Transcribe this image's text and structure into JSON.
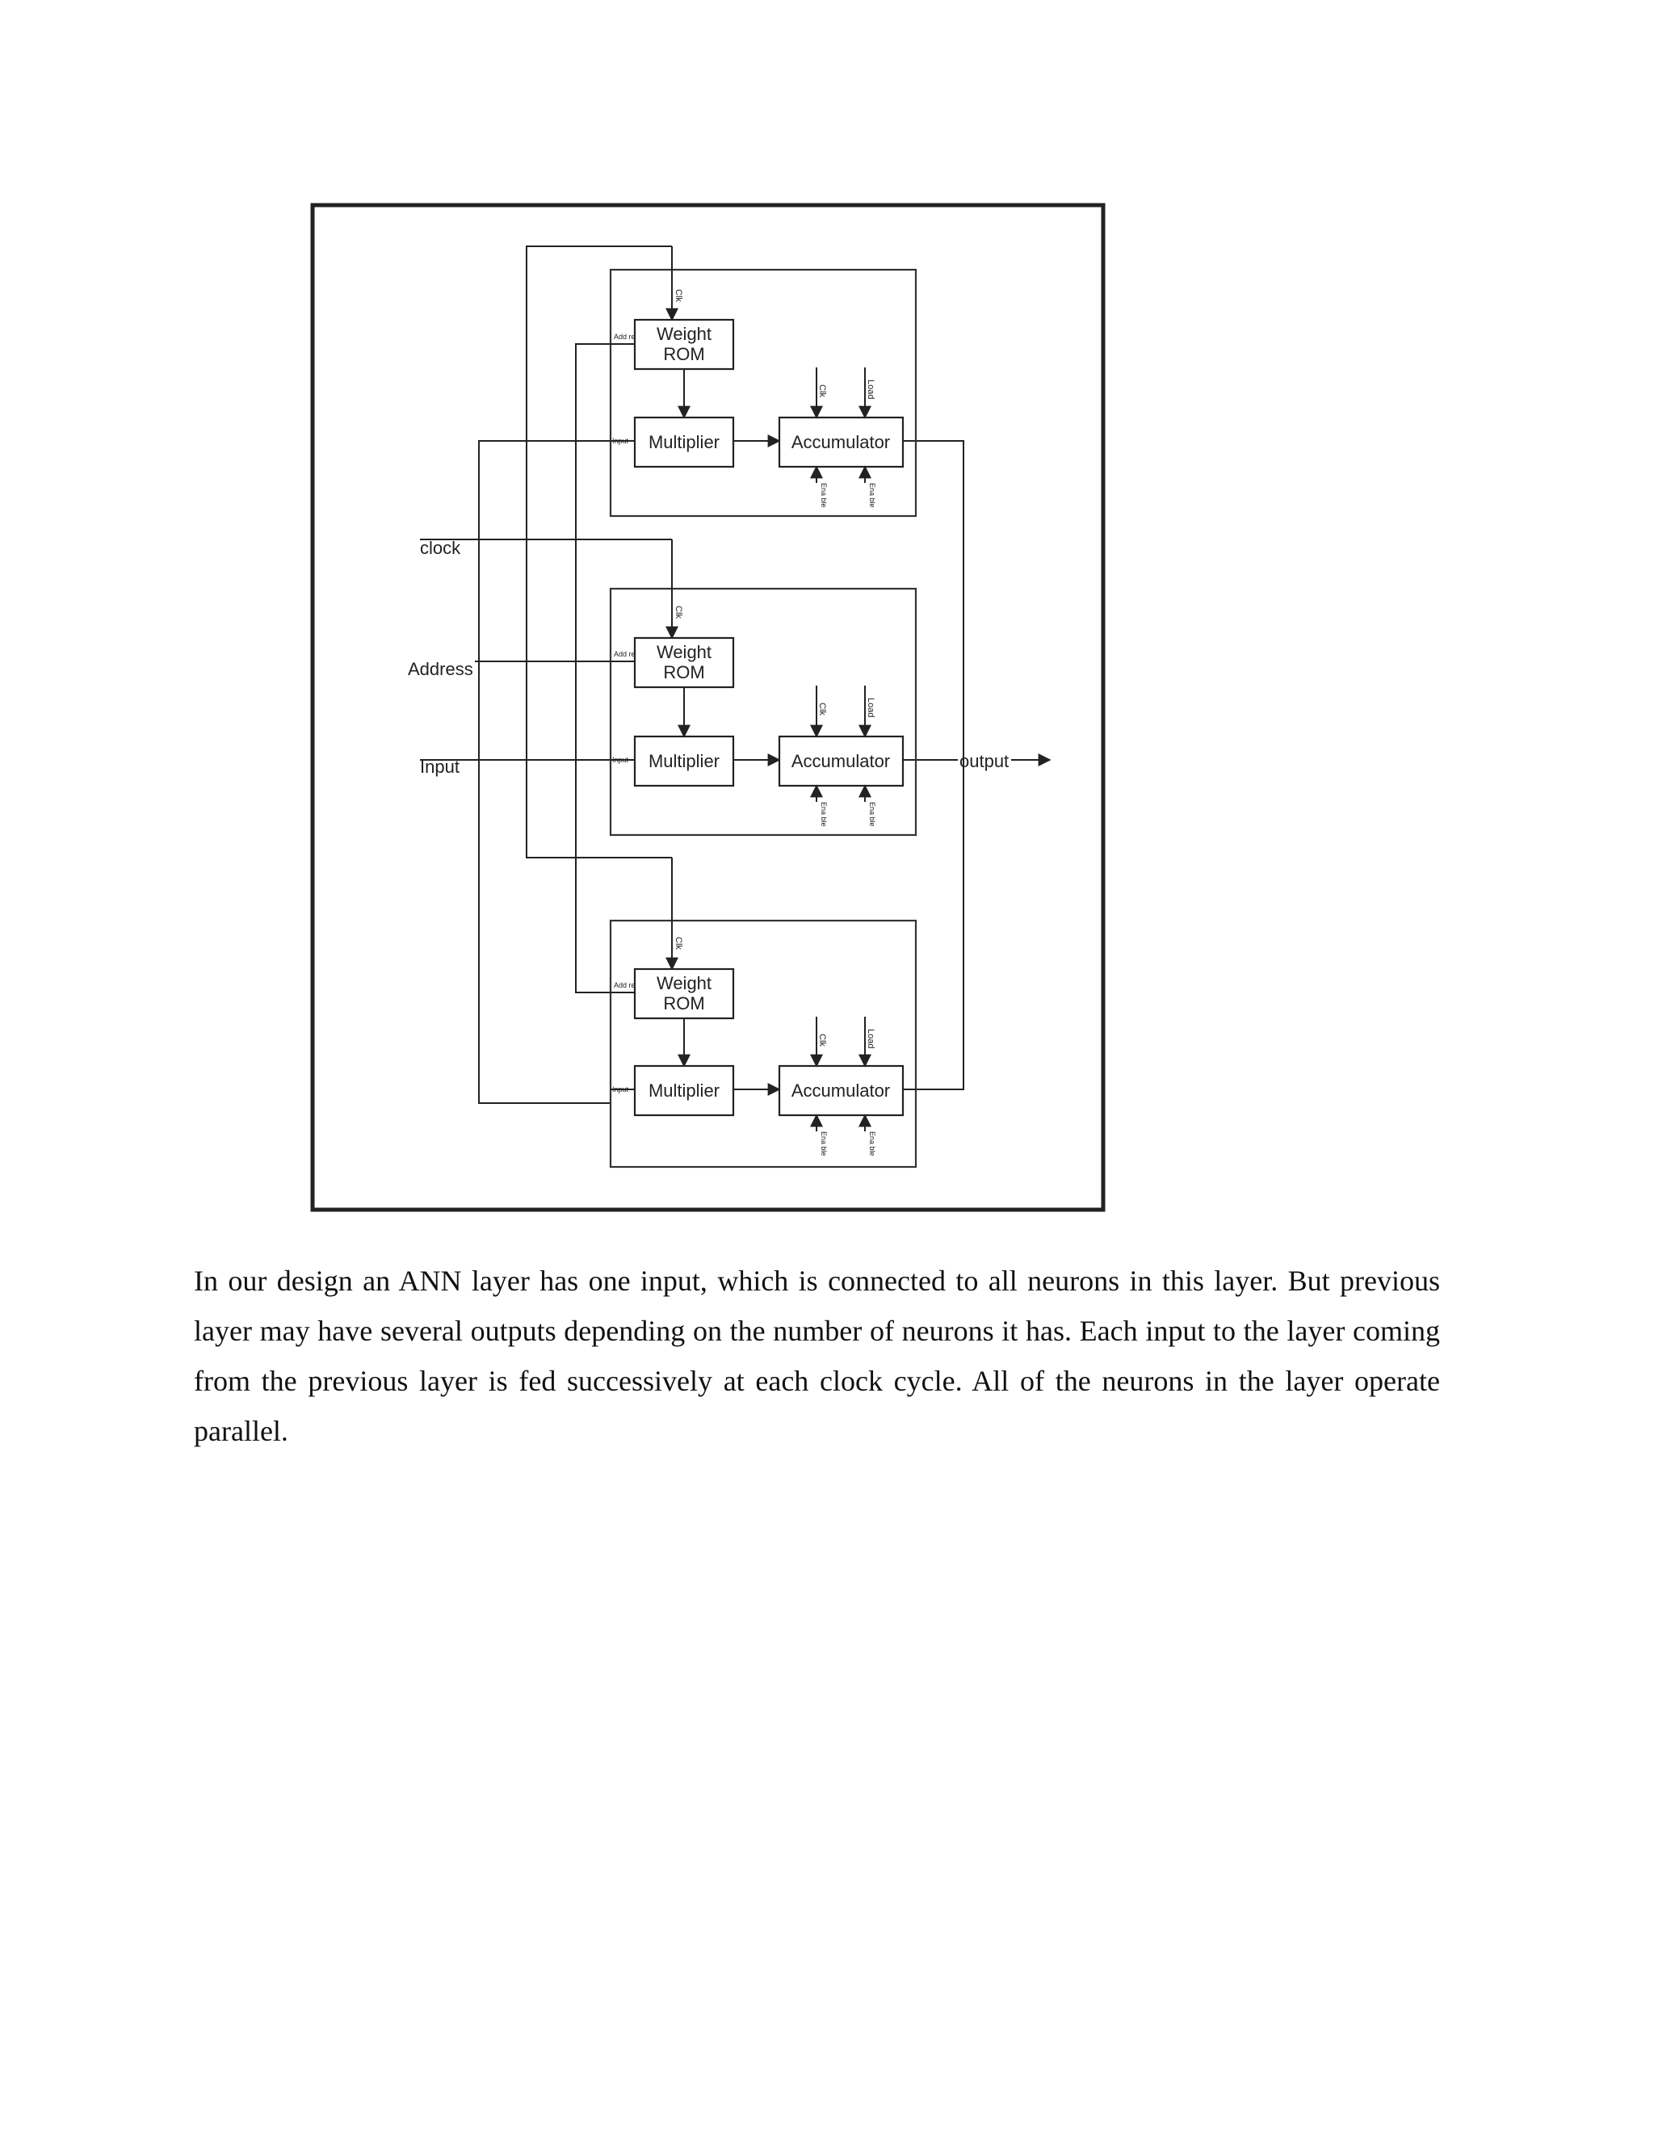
{
  "diagram": {
    "inputs": {
      "clock": "clock",
      "address": "Address",
      "input": "Input"
    },
    "output_label": "output",
    "neurons": [
      {
        "clk": "Clk",
        "address_port": "Add ress",
        "input_port": "Input",
        "rom_line1": "Weight",
        "rom_line2": "ROM",
        "multiplier": "Multiplier",
        "accumulator": "Accumulator",
        "acc_clk": "Clk",
        "acc_load": "Load",
        "acc_enable1": "Ena ble",
        "acc_enable2": "Ena ble"
      },
      {
        "clk": "Clk",
        "address_port": "Add ress",
        "input_port": "Input",
        "rom_line1": "Weight",
        "rom_line2": "ROM",
        "multiplier": "Multiplier",
        "accumulator": "Accumulator",
        "acc_clk": "Clk",
        "acc_load": "Load",
        "acc_enable1": "Ena ble",
        "acc_enable2": "Ena ble"
      },
      {
        "clk": "Clk",
        "address_port": "Add ress",
        "input_port": "Input",
        "rom_line1": "Weight",
        "rom_line2": "ROM",
        "multiplier": "Multiplier",
        "accumulator": "Accumulator",
        "acc_clk": "Clk",
        "acc_load": "Load",
        "acc_enable1": "Ena ble",
        "acc_enable2": "Ena ble"
      }
    ]
  },
  "paragraph": "In our design an ANN layer has one input, which is connected to all neurons in this layer. But previous layer may have several outputs depending on the number of neurons it has. Each input to the layer coming from the previous layer is fed successively at each clock cycle. All of the neurons in the layer operate parallel."
}
